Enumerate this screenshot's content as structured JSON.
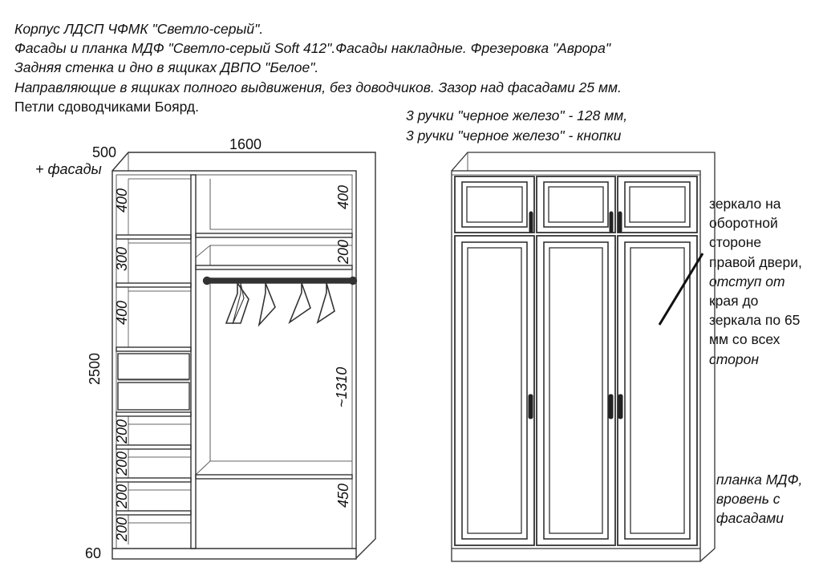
{
  "spec_lines": [
    "Корпус ЛДСП ЧФМК \"Светло-серый\".",
    "Фасады и планка МДФ \"Светло-серый Soft 412\".Фасады накладные. Фрезеровка \"Аврора\"",
    "Задняя стенка и дно в ящиках ДВПО \"Белое\".",
    "Направляющие в ящиках полного выдвижения, без доводчиков. Зазор над фасадами 25 мм.",
    "Петли сдоводчиками Боярд."
  ],
  "handles_note": [
    "3 ручки \"черное железо\" - 128 мм,",
    "3 ручки \"черное железо\" - кнопки"
  ],
  "mirror_note": [
    "зеркало на",
    "оборотной",
    "стороне",
    "правой двери,",
    "отступ от",
    "края до",
    "зеркала по 65",
    "мм со всех",
    "сторон"
  ],
  "plank_note": [
    "планка МДФ,",
    "вровень с",
    "фасадами"
  ],
  "dimensions": {
    "width": "1600",
    "depth": "500",
    "depth_suffix": "+ фасады",
    "height": "2500",
    "plinth": "60",
    "left_sections": [
      "400",
      "300",
      "400",
      "200",
      "200",
      "200",
      "200"
    ],
    "right_sections": [
      "400",
      "200",
      "~1310",
      "450"
    ]
  }
}
